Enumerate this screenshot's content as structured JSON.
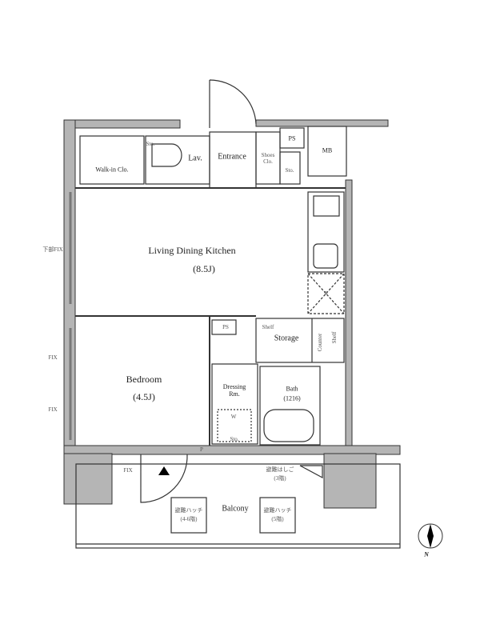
{
  "rooms": {
    "walk_in": "Walk-in Clo.",
    "sto_lav": "Sto.",
    "lav": "Lav.",
    "entrance": "Entrance",
    "shoes": "Shoes Clo.",
    "ps_top": "PS",
    "sto_top": "Sto.",
    "mb": "MB",
    "ldk": "Living Dining Kitchen",
    "ldk_size": "(8.5J)",
    "fridge": "R",
    "ps_mid": "PS",
    "shelf": "Shelf",
    "storage": "Storage",
    "counter": "Counter",
    "shelf2": "Shelf",
    "bedroom": "Bedroom",
    "bedroom_size": "(4.5J)",
    "dressing": "Dressing Rm.",
    "w": "W",
    "sto_dress": "Sto.",
    "bath": "Bath",
    "bath_size": "(1216)",
    "p": "P",
    "balcony": "Balcony"
  },
  "windows": {
    "left_top": "下部FIX",
    "left_mid": "FIX",
    "left_low": "FIX",
    "bottom": "FIX"
  },
  "balcony_notes": {
    "ladder": "避難はしご",
    "ladder_floor": "(3階)",
    "hatch1": "避難ハッチ",
    "hatch1_floor": "(4-6階)",
    "hatch2": "避難ハッチ",
    "hatch2_floor": "(5階)"
  },
  "compass": "N"
}
